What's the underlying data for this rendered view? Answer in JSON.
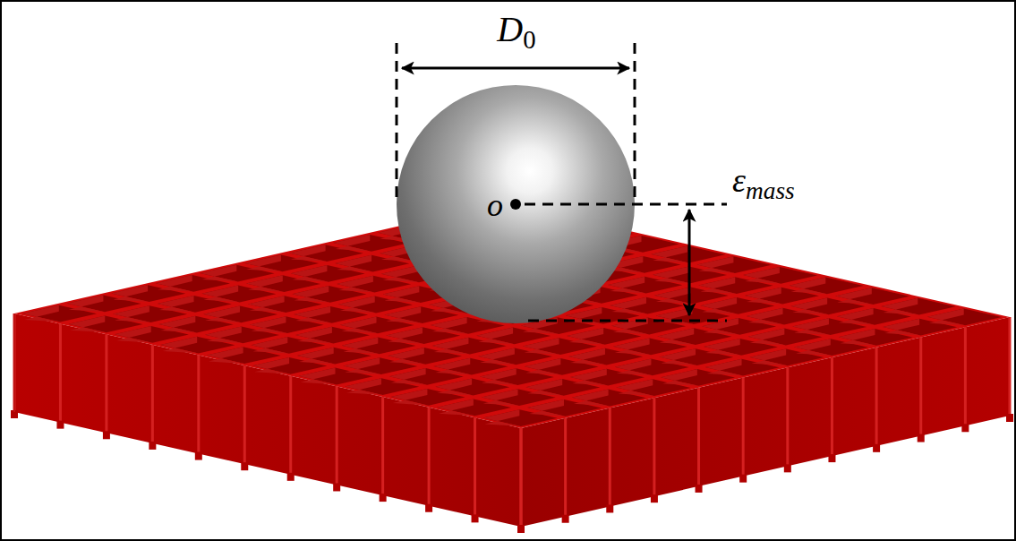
{
  "diagram": {
    "labels": [
      "D0",
      "o",
      "εmass"
    ]
  }
}
